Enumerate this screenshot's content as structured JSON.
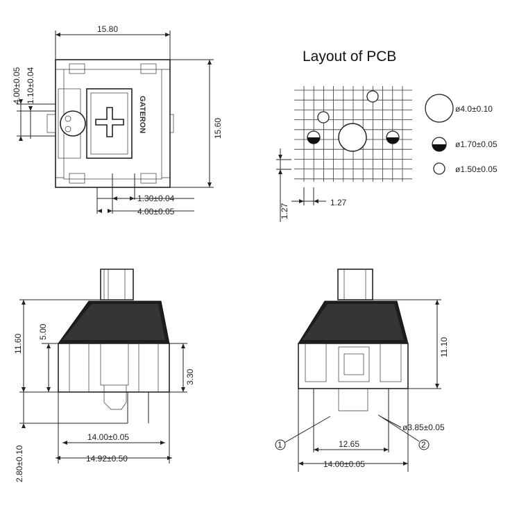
{
  "top_view": {
    "width_dim": "15.80",
    "height_dim": "15.60",
    "dim_left_outer": "4.00±0.05",
    "dim_left_inner": "1.10±0.04",
    "dim_bottom_1": "1.30±0.04",
    "dim_bottom_2": "4.00±0.05",
    "brand": "GATERON"
  },
  "pcb_layout": {
    "title": "Layout of PCB",
    "pitch_x": "1.27",
    "pitch_y": "1.27",
    "legend": [
      {
        "symbol": "large-hole",
        "label": "ø4.0±0.10"
      },
      {
        "symbol": "half-filled-hole",
        "label": "ø1.70±0.05"
      },
      {
        "symbol": "small-hole",
        "label": "ø1.50±0.05"
      }
    ]
  },
  "side_view_left": {
    "dim_11_60": "11.60",
    "dim_5_00": "5.00",
    "dim_3_30": "3.30",
    "dim_2_80": "2.80±0.10",
    "dim_14_00": "14.00±0.05",
    "dim_14_92": "14.92±0.50"
  },
  "side_view_right": {
    "dim_11_10": "11.10",
    "dim_3_85": "ø3.85±0.05",
    "dim_12_65": "12.65",
    "dim_14_00": "14.00±0.05",
    "callout_1": "1",
    "callout_2": "2"
  }
}
